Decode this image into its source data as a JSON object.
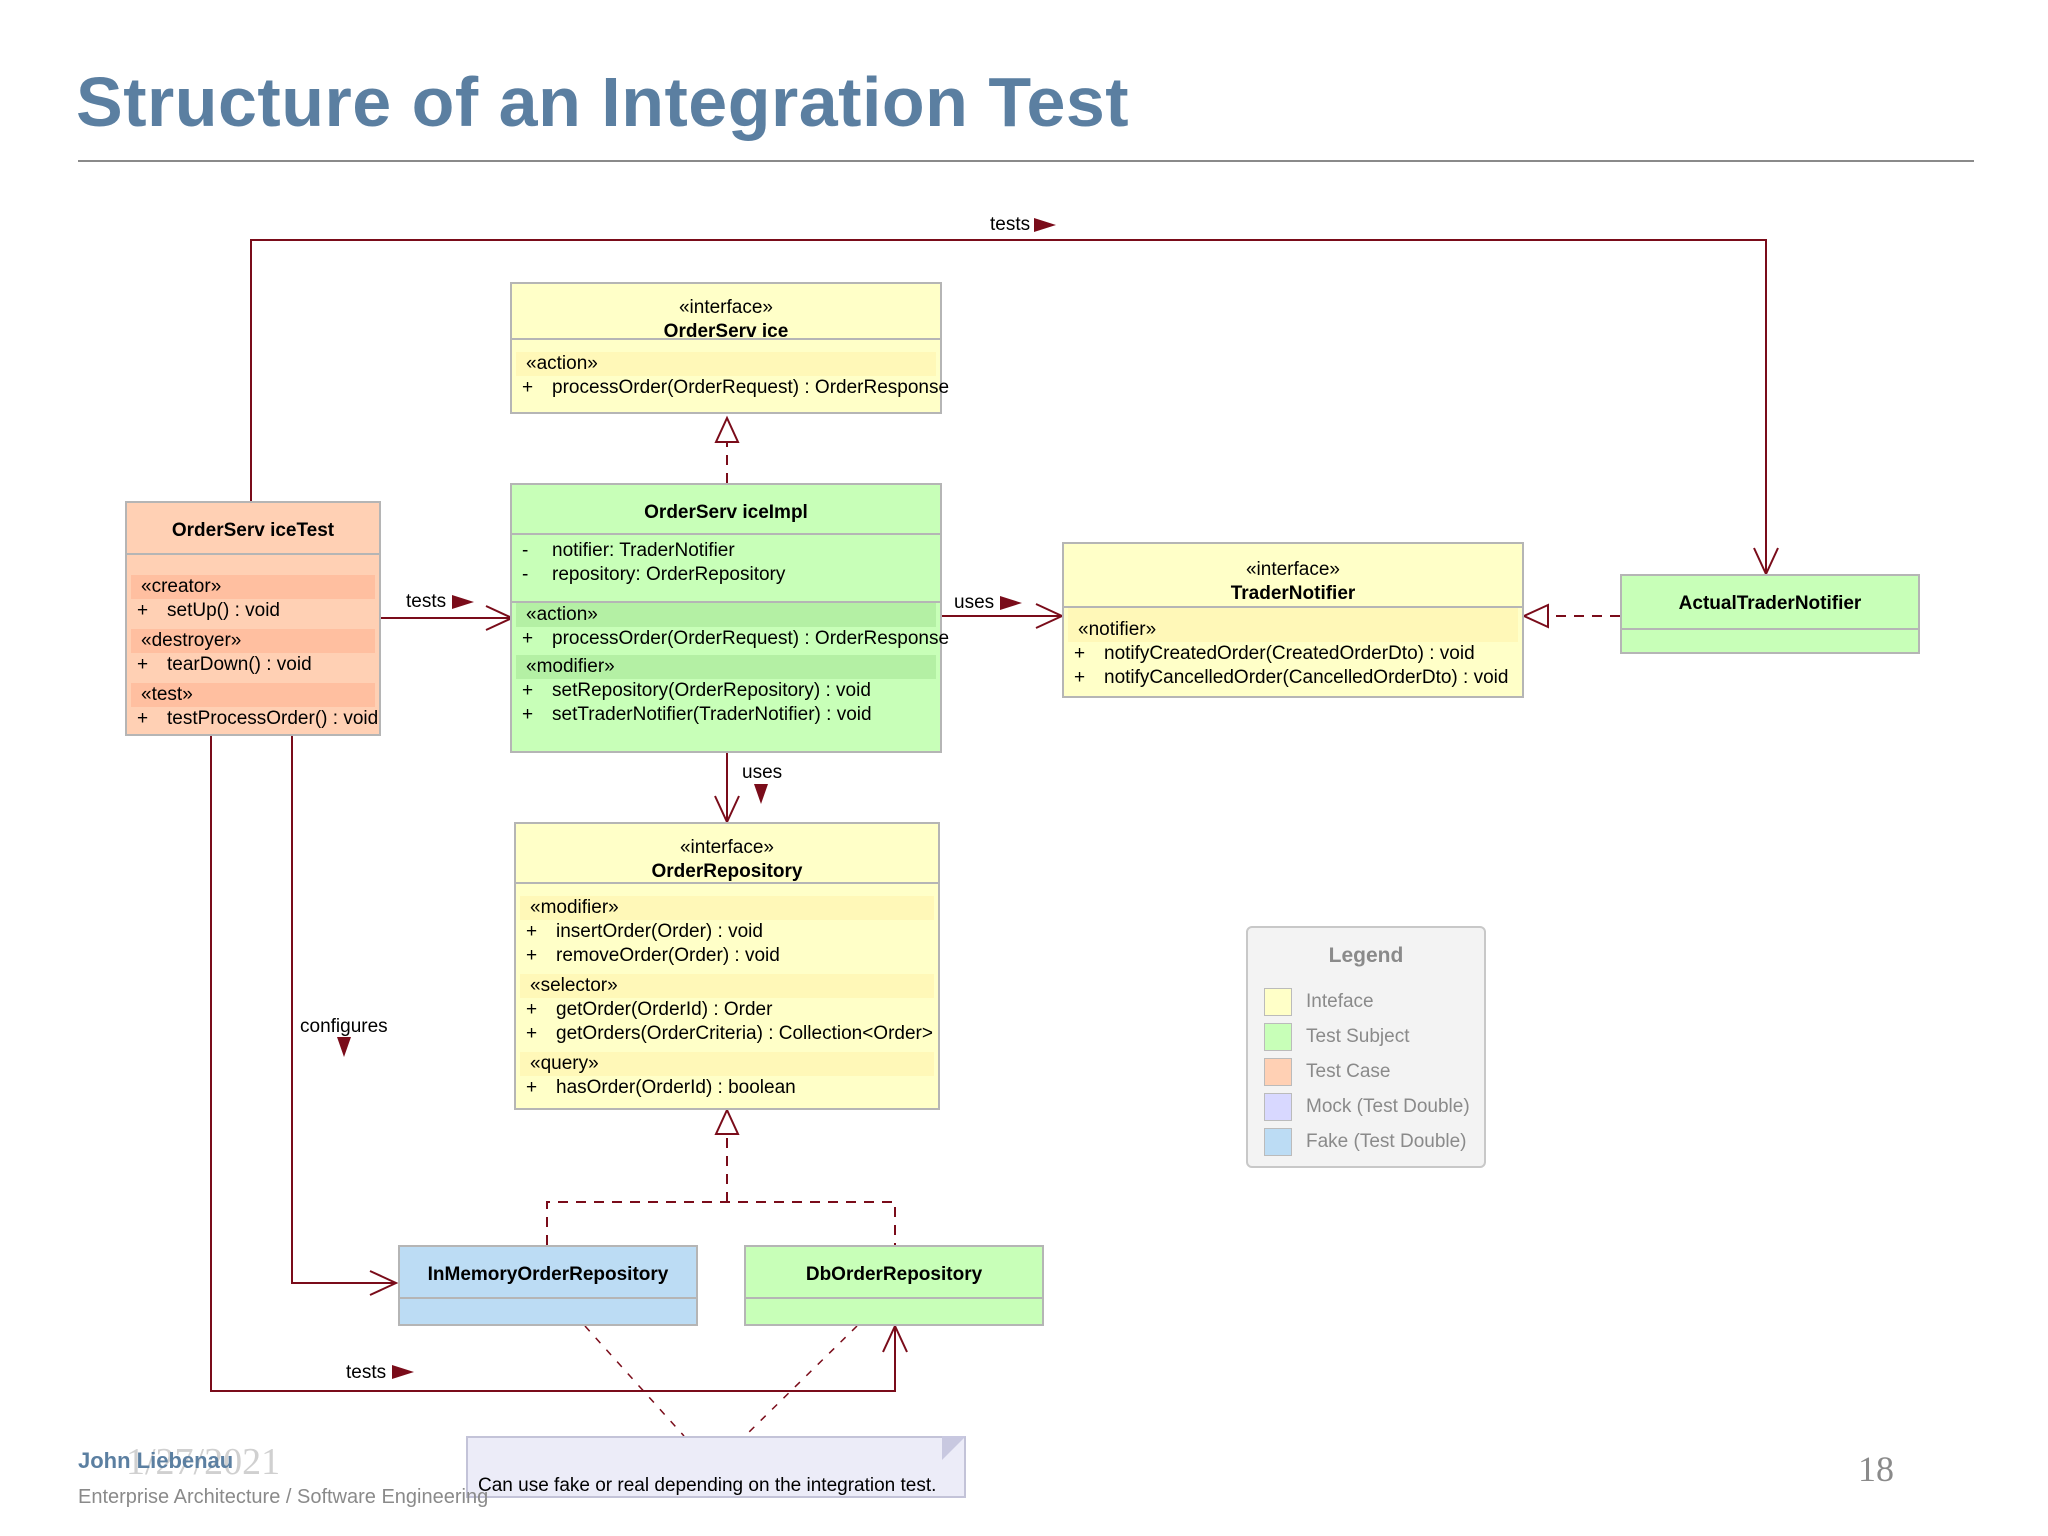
{
  "page": {
    "title": "Structure of an Integration Test",
    "author": "John Liebenau",
    "date": "1/27/2021",
    "subtitle": "Enterprise Architecture / Software Engineering",
    "page_number": "18"
  },
  "colors": {
    "interface": "#ffffc8",
    "interface_stripe": "#fff8b8",
    "subject": "#c8ffb8",
    "subject_stripe": "#b4f0a4",
    "testcase": "#ffd0b4",
    "testcase_stripe": "#ffbfa0",
    "mock": "#d8d8ff",
    "fake": "#bcdcf4",
    "line": "#7a0c1a"
  },
  "classes": {
    "order_service": {
      "stereotype": "«interface»",
      "name": "OrderServ ice",
      "groups": [
        {
          "stereotype": "«action»",
          "members": [
            {
              "vis": "+",
              "sig": "processOrder(OrderRequest) : OrderResponse"
            }
          ]
        }
      ]
    },
    "order_service_impl": {
      "name": "OrderServ iceImpl",
      "attributes": [
        {
          "vis": "-",
          "sig": "notifier:  TraderNotifier"
        },
        {
          "vis": "-",
          "sig": "repository:  OrderRepository"
        }
      ],
      "groups": [
        {
          "stereotype": "«action»",
          "members": [
            {
              "vis": "+",
              "sig": "processOrder(OrderRequest) : OrderResponse"
            }
          ]
        },
        {
          "stereotype": "«modifier»",
          "members": [
            {
              "vis": "+",
              "sig": "setRepository(OrderRepository) : void"
            },
            {
              "vis": "+",
              "sig": "setTraderNotifier(TraderNotifier) : void"
            }
          ]
        }
      ]
    },
    "order_service_test": {
      "name": "OrderServ iceTest",
      "groups": [
        {
          "stereotype": "«creator»",
          "members": [
            {
              "vis": "+",
              "sig": "setUp() : void"
            }
          ]
        },
        {
          "stereotype": "«destroyer»",
          "members": [
            {
              "vis": "+",
              "sig": "tearDown() : void"
            }
          ]
        },
        {
          "stereotype": "«test»",
          "members": [
            {
              "vis": "+",
              "sig": "testProcessOrder() : void"
            }
          ]
        }
      ]
    },
    "trader_notifier": {
      "stereotype": "«interface»",
      "name": "TraderNotifier",
      "groups": [
        {
          "stereotype": "«notifier»",
          "members": [
            {
              "vis": "+",
              "sig": "notifyCreatedOrder(CreatedOrderDto) : void"
            },
            {
              "vis": "+",
              "sig": "notifyCancelledOrder(CancelledOrderDto) : void"
            }
          ]
        }
      ]
    },
    "actual_trader_notifier": {
      "name": "ActualTraderNotifier"
    },
    "order_repository": {
      "stereotype": "«interface»",
      "name": "OrderRepository",
      "groups": [
        {
          "stereotype": "«modifier»",
          "members": [
            {
              "vis": "+",
              "sig": "insertOrder(Order) : void"
            },
            {
              "vis": "+",
              "sig": "removeOrder(Order) : void"
            }
          ]
        },
        {
          "stereotype": "«selector»",
          "members": [
            {
              "vis": "+",
              "sig": "getOrder(OrderId) : Order"
            },
            {
              "vis": "+",
              "sig": "getOrders(OrderCriteria) : Collection<Order>"
            }
          ]
        },
        {
          "stereotype": "«query»",
          "members": [
            {
              "vis": "+",
              "sig": "hasOrder(OrderId) : boolean"
            }
          ]
        }
      ]
    },
    "in_memory_order_repository": {
      "name": "InMemoryOrderRepository"
    },
    "db_order_repository": {
      "name": "DbOrderRepository"
    }
  },
  "connectors": {
    "tests_top": "tests",
    "tests_impl": "tests",
    "uses_notifier": "uses",
    "uses_repository": "uses",
    "configures": "configures",
    "tests_bottom": "tests"
  },
  "legend": {
    "title": "Legend",
    "items": [
      {
        "label": "Inteface",
        "color": "#ffffc8"
      },
      {
        "label": "Test Subject",
        "color": "#c8ffb8"
      },
      {
        "label": "Test Case",
        "color": "#ffd0b4"
      },
      {
        "label": "Mock (Test Double)",
        "color": "#d8d8ff"
      },
      {
        "label": "Fake (Test Double)",
        "color": "#bcdcf4"
      }
    ]
  },
  "note": "Can use fake or real depending on the integration test."
}
